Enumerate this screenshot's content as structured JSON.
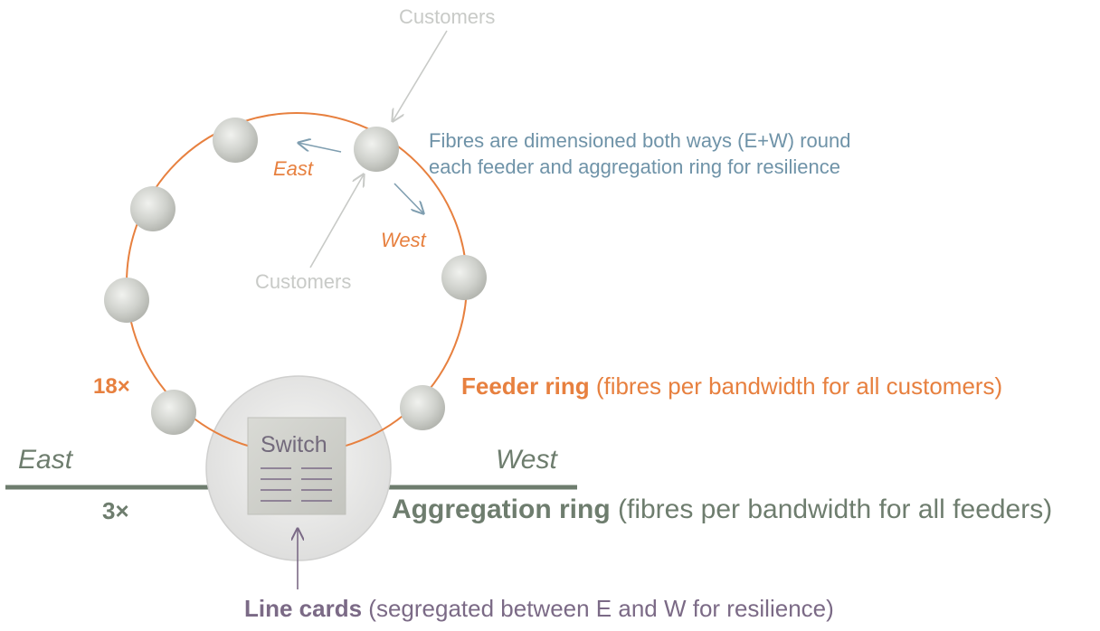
{
  "labels": {
    "customers_top": "Customers",
    "customers_inner": "Customers",
    "ring_east": "East",
    "ring_west": "West",
    "note_line1": "Fibres are dimensioned both ways (E+W) round",
    "note_line2": "each feeder and aggregation ring for resilience",
    "feeder_count": "18×",
    "feeder_ring_name": "Feeder ring",
    "feeder_ring_desc": " (fibres per bandwidth for all customers)",
    "agg_east": "East",
    "agg_west": "West",
    "agg_count": "3×",
    "agg_ring_name": "Aggregation ring",
    "agg_ring_desc": " (fibres per bandwidth for all feeders)",
    "switch_title": "Switch",
    "line_cards_name": "Line cards",
    "line_cards_desc": " (segregated between E and W for resilience)"
  },
  "colors": {
    "feeder_ring": "#e7803f",
    "aggregation_line": "#6e7d6e",
    "note_text": "#6f93a8",
    "customers_text": "#c8cac7",
    "line_cards": "#7b6a86",
    "node_fill": "#c6c8c3",
    "hub_fill": "#e8e8e8",
    "switch_fill": "#cfd0cb"
  }
}
